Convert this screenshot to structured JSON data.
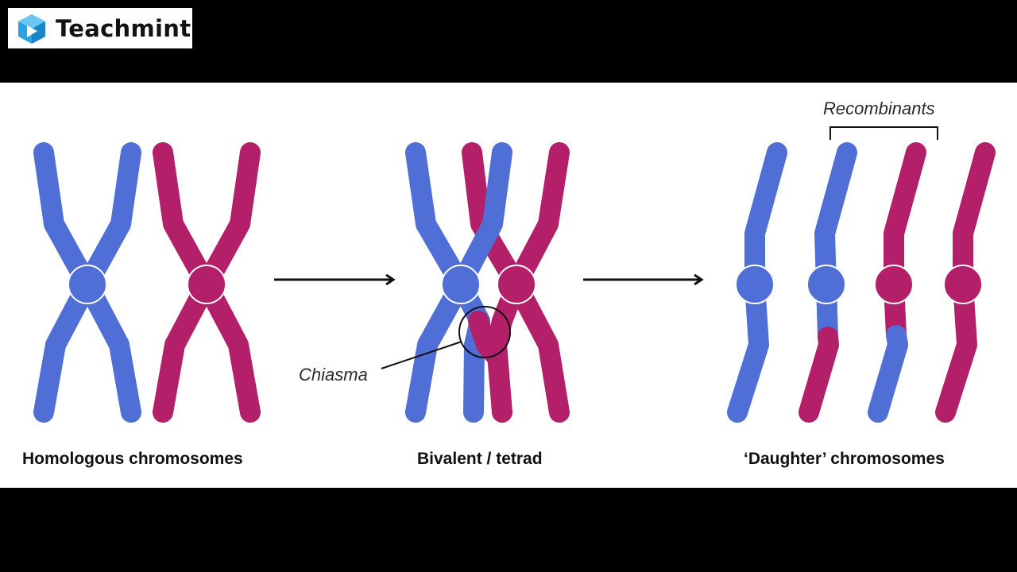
{
  "brand": {
    "name": "Teachmint",
    "icon": "teachmint-cube-icon",
    "icon_color": "#29a3e3"
  },
  "diagram": {
    "captions": {
      "homologous": "Homologous chromosomes",
      "bivalent": "Bivalent / tetrad",
      "daughter": "‘Daughter’ chromosomes"
    },
    "labels": {
      "chiasma": "Chiasma",
      "recombinants": "Recombinants"
    },
    "colors": {
      "blue": "#4f6ed6",
      "magenta": "#b41f6a",
      "background": "#ffffff",
      "letterbox": "#000000"
    }
  }
}
